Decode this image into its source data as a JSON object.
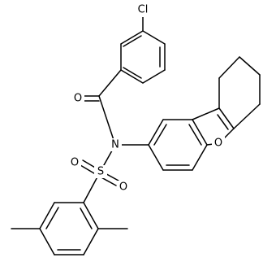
{
  "atoms": {
    "chlorine": "Cl",
    "carbonyl_oxygen": "O",
    "nitrogen": "N",
    "sulfur": "S",
    "sulfonyl_oxygen_left": "O",
    "sulfonyl_oxygen_right": "O",
    "furan_oxygen": "O"
  }
}
